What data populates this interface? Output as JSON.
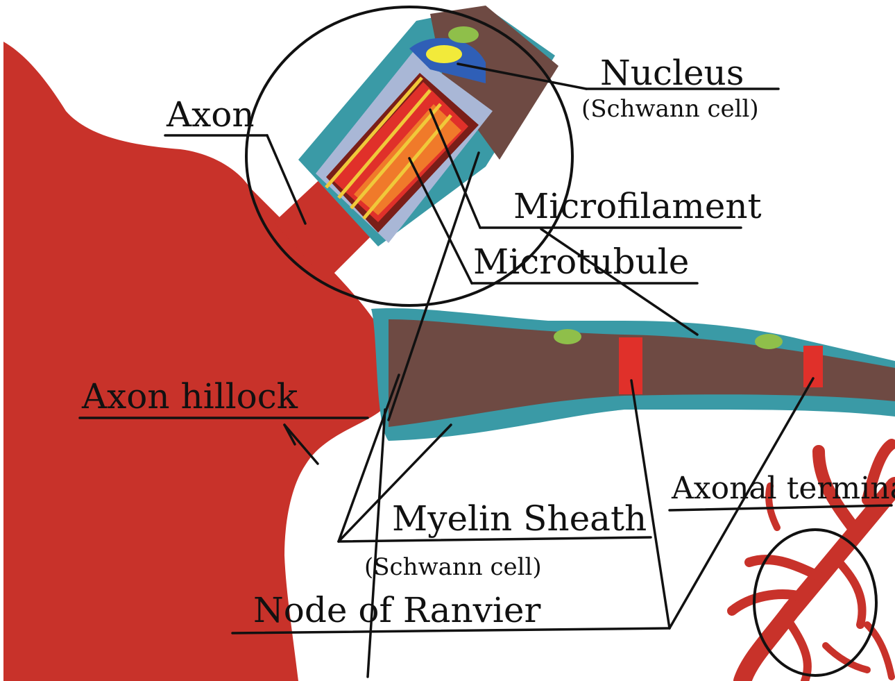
{
  "labels": {
    "nucleus": "Nucleus",
    "nucleus_note": "(Schwann cell)",
    "axon": "Axon",
    "microfilament": "Microfilament",
    "microtubule": "Microtubule",
    "axon_hillock": "Axon hillock",
    "axonal_terminal": "Axonal terminal",
    "myelin_sheath": "Myelin Sheath",
    "myelin_note": "(Schwann cell)",
    "node_of_ranvier": "Node of Ranvier"
  },
  "colors": {
    "cell_body": "#c8322a",
    "axon_core": "#6e4a43",
    "myelin": "#3a9aa6",
    "node": "#e0302a",
    "nucleus_green": "#8fbf4a",
    "filament_yellow": "#f0c93a",
    "ink": "#111111"
  }
}
